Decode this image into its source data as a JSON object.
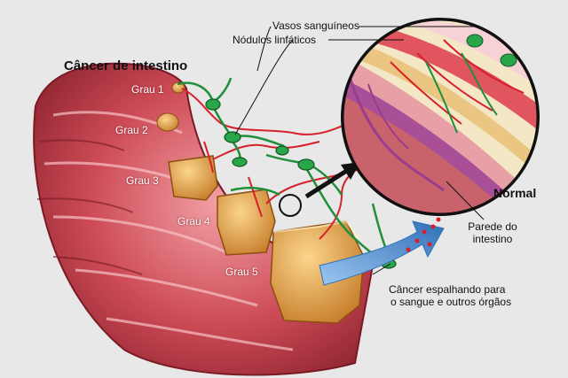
{
  "title": "Câncer de intestino",
  "labels": {
    "blood_vessels": "Vasos sanguíneos",
    "lymph_nodes": "Nódulos linfáticos",
    "normal": "Normal",
    "intestine_wall_line1": "Parede do",
    "intestine_wall_line2": "intestino",
    "spread_line1": "Câncer espalhando para",
    "spread_line2": "o sangue e outros órgãos"
  },
  "grades": [
    "Grau 1",
    "Grau 2",
    "Grau 3",
    "Grau 4",
    "Grau 5"
  ],
  "colors": {
    "background": "#e8e8e8",
    "intestine": "#c8454f",
    "intestine_dark": "#8e1f2a",
    "tumor": "#e3a24a",
    "vessel_red": "#d8202a",
    "lymph_green": "#1f8f3a",
    "arrow_blue": "#3f7fc9"
  }
}
